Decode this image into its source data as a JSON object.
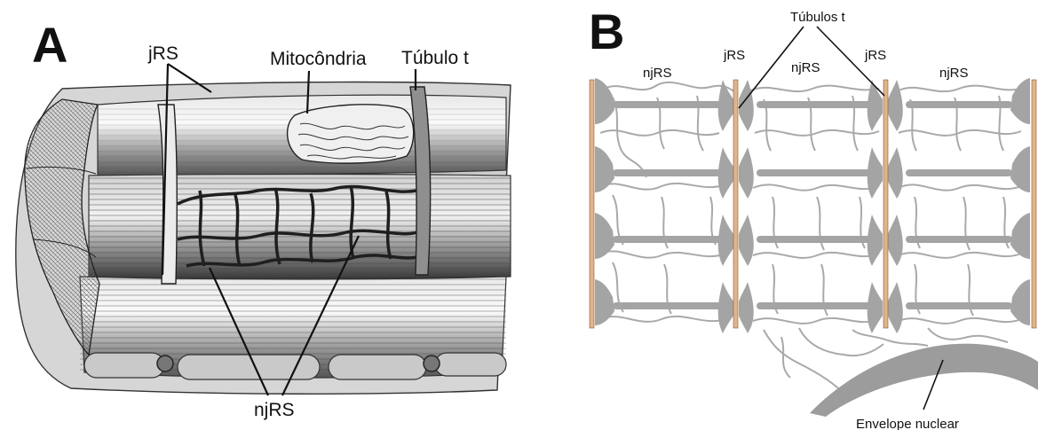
{
  "panel_a": {
    "letter": "A",
    "labels": {
      "jrs": "jRS",
      "mitochondria": "Mitocôndria",
      "t_tubule": "Túbulo t",
      "njrs": "njRS"
    }
  },
  "panel_b": {
    "letter": "B",
    "labels": {
      "t_tubules": "Túbulos t",
      "jrs_left": "jRS",
      "jrs_right": "jRS",
      "njrs_left": "njRS",
      "njrs_center": "njRS",
      "njrs_right": "njRS",
      "nuclear_envelope": "Envelope nuclear"
    }
  },
  "colors": {
    "illustration_ink": "#2a2a2a",
    "reticulum_gray": "#a4a4a4",
    "t_tubule_tan": "#e2b48c"
  }
}
